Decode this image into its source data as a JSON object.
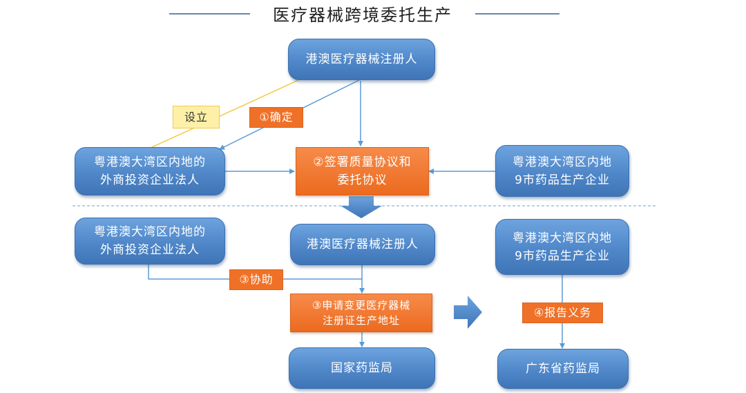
{
  "title": "医疗器械跨境委托生产",
  "colors": {
    "box_blue": "#4f87c9",
    "box_orange": "#ec6a1f",
    "tag_yellow": "#fff0a8",
    "connector": "#5b9bd5",
    "yellow_line": "#f5c842",
    "divider": "#8fb2d9"
  },
  "nodes": {
    "registrant_top": "港澳医疗器械注册人",
    "foreign_entity_top": "粤港澳大湾区内地的\n外商投资企业法人",
    "sign_agreement": "②签署质量协议和\n委托协议",
    "pharma_top": "粤港澳大湾区内地\n9市药品生产企业",
    "foreign_entity_bottom": "粤港澳大湾区内地的\n外商投资企业法人",
    "registrant_bottom": "港澳医疗器械注册人",
    "pharma_bottom": "粤港澳大湾区内地\n9市药品生产企业",
    "apply_change": "③申请变更医疗器械\n注册证生产地址",
    "nmpa": "国家药监局",
    "gd_mpa": "广东省药监局"
  },
  "labels": {
    "establish": "设立",
    "confirm": "①确定",
    "assist": "③协助",
    "report": "④报告义务"
  }
}
